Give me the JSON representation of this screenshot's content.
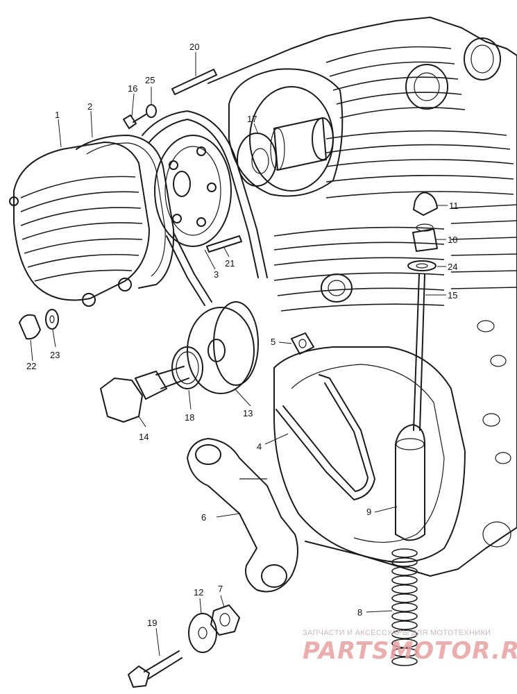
{
  "callouts": [
    {
      "id": "1",
      "label": "1"
    },
    {
      "id": "2",
      "label": "2"
    },
    {
      "id": "3",
      "label": "3"
    },
    {
      "id": "4",
      "label": "4"
    },
    {
      "id": "5",
      "label": "5"
    },
    {
      "id": "6",
      "label": "6"
    },
    {
      "id": "7",
      "label": "7"
    },
    {
      "id": "8",
      "label": "8"
    },
    {
      "id": "9",
      "label": "9"
    },
    {
      "id": "10",
      "label": "10"
    },
    {
      "id": "11",
      "label": "11"
    },
    {
      "id": "12",
      "label": "12"
    },
    {
      "id": "13",
      "label": "13"
    },
    {
      "id": "14",
      "label": "14"
    },
    {
      "id": "15",
      "label": "15"
    },
    {
      "id": "16",
      "label": "16"
    },
    {
      "id": "17",
      "label": "17"
    },
    {
      "id": "18",
      "label": "18"
    },
    {
      "id": "19",
      "label": "19"
    },
    {
      "id": "20",
      "label": "20"
    },
    {
      "id": "21",
      "label": "21"
    },
    {
      "id": "22",
      "label": "22"
    },
    {
      "id": "23",
      "label": "23"
    },
    {
      "id": "24",
      "label": "24"
    },
    {
      "id": "25",
      "label": "25"
    }
  ],
  "watermark": {
    "tagline": "ЗАПЧАСТИ И АКСЕССУАРЫ ДЛЯ МОТОТЕХНИКИ",
    "brand": "PARTSMOTOR.RU",
    "tagline_color": "#c9b9b9",
    "brand_color": "#e8a0a0"
  }
}
